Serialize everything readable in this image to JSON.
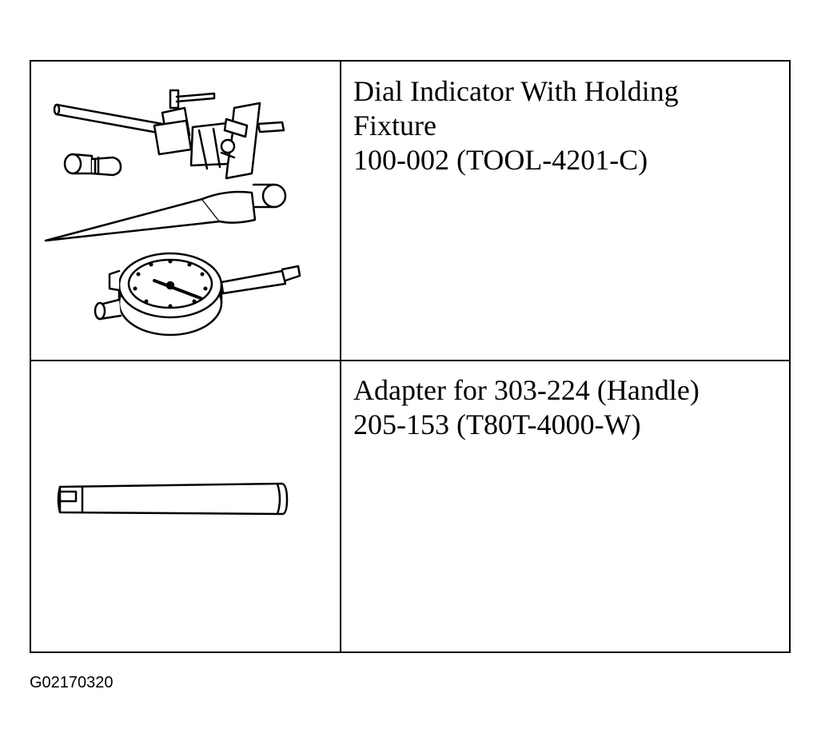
{
  "tools": [
    {
      "name_lines": [
        "Dial Indicator With Holding",
        "Fixture"
      ],
      "part_number": "100-002 (TOOL-4201-C)",
      "illustration": "dial-indicator-with-holding-fixture-icon"
    },
    {
      "name_lines": [
        "Adapter for 303-224 (Handle)"
      ],
      "part_number": "205-153 (T80T-4000-W)",
      "illustration": "adapter-rod-icon"
    }
  ],
  "figure_id": "G02170320"
}
